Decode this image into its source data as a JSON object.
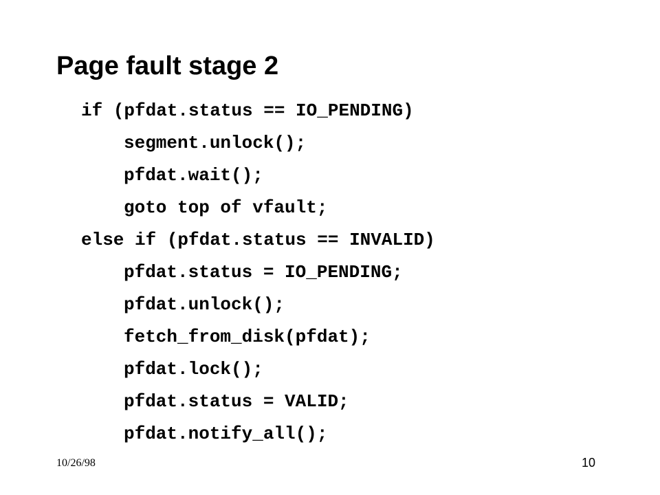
{
  "slide": {
    "title": "Page fault stage 2",
    "code_lines": [
      {
        "text": "if (pfdat.status == IO_PENDING)",
        "indent": 0
      },
      {
        "text": "segment.unlock();",
        "indent": 1
      },
      {
        "text": "pfdat.wait();",
        "indent": 1
      },
      {
        "text": "goto top of vfault;",
        "indent": 1
      },
      {
        "text": "else if (pfdat.status == INVALID)",
        "indent": 0
      },
      {
        "text": "pfdat.status = IO_PENDING;",
        "indent": 1
      },
      {
        "text": "pfdat.unlock();",
        "indent": 1
      },
      {
        "text": "fetch_from_disk(pfdat);",
        "indent": 1
      },
      {
        "text": "pfdat.lock();",
        "indent": 1
      },
      {
        "text": "pfdat.status = VALID;",
        "indent": 1
      },
      {
        "text": "pfdat.notify_all();",
        "indent": 1
      }
    ],
    "footer": {
      "date": "10/26/98",
      "page_number": "10"
    }
  }
}
